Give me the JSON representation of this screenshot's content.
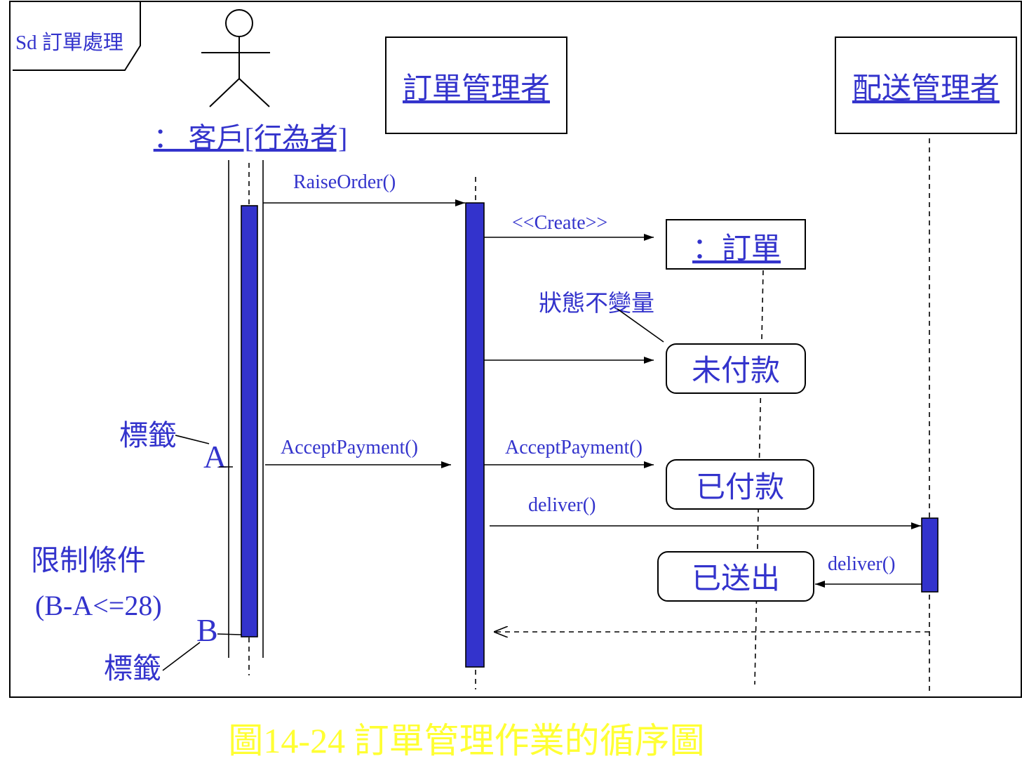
{
  "frame": {
    "label": "Sd 訂單處理"
  },
  "lifelines": {
    "actor": {
      "label": "： 客戶[行為者]"
    },
    "order_manager": {
      "label": "訂單管理者"
    },
    "delivery_manager": {
      "label": "配送管理者"
    },
    "order": {
      "label": "：訂單"
    }
  },
  "states": [
    "未付款",
    "已付款",
    "已送出"
  ],
  "messages": {
    "raise_order": "RaiseOrder()",
    "create": "<<Create>>",
    "accept_payment_1": "AcceptPayment()",
    "accept_payment_2": "AcceptPayment()",
    "deliver_1": "deliver()",
    "deliver_2": "deliver()"
  },
  "annotations": {
    "state_invariant": "狀態不變量",
    "tag_top": "標籤",
    "label_a": "A",
    "constraint": "限制條件",
    "constraint_expr": "(B-A<=28)",
    "label_b": "B",
    "tag_bottom": "標籤"
  },
  "caption": "圖14-24 訂單管理作業的循序圖",
  "colors": {
    "text": "#3333cc",
    "activation": "#3333cc",
    "caption": "#ffff33",
    "line": "#000000"
  }
}
